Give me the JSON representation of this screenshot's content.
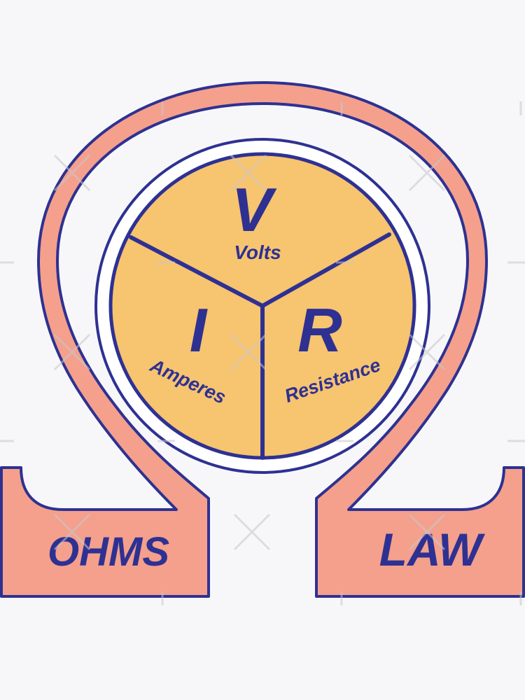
{
  "colors": {
    "background": "#f7f7f9",
    "omega_fill": "#f4a08c",
    "outline": "#2e3192",
    "wheel_fill": "#f7c46f",
    "inner_ring": "#ffffff",
    "text": "#2e3192",
    "watermark": "#c8c8cc"
  },
  "diagram": {
    "top_symbol": "V",
    "top_unit": "Volts",
    "left_symbol": "I",
    "left_unit": "Amperes",
    "right_symbol": "R",
    "right_unit": "Resistance",
    "left_foot_text": "OHMS",
    "right_foot_text": "LAW"
  },
  "icons": {
    "watermark": "cross-watermark-icon"
  }
}
